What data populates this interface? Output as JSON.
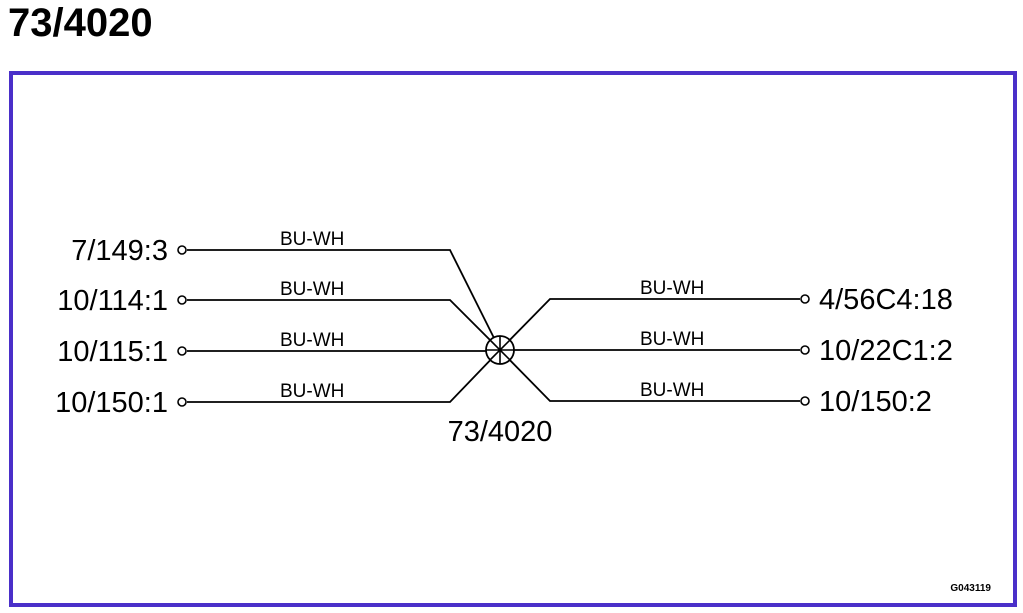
{
  "title": "73/4020",
  "splice_label": "73/4020",
  "figure_id": "G043119",
  "frame_color": "#4a2fc9",
  "left_connections": [
    {
      "terminal": "7/149:3",
      "wire": "BU-WH"
    },
    {
      "terminal": "10/114:1",
      "wire": "BU-WH"
    },
    {
      "terminal": "10/115:1",
      "wire": "BU-WH"
    },
    {
      "terminal": "10/150:1",
      "wire": "BU-WH"
    }
  ],
  "right_connections": [
    {
      "terminal": "4/56C4:18",
      "wire": "BU-WH"
    },
    {
      "terminal": "10/22C1:2",
      "wire": "BU-WH"
    },
    {
      "terminal": "10/150:2",
      "wire": "BU-WH"
    }
  ]
}
